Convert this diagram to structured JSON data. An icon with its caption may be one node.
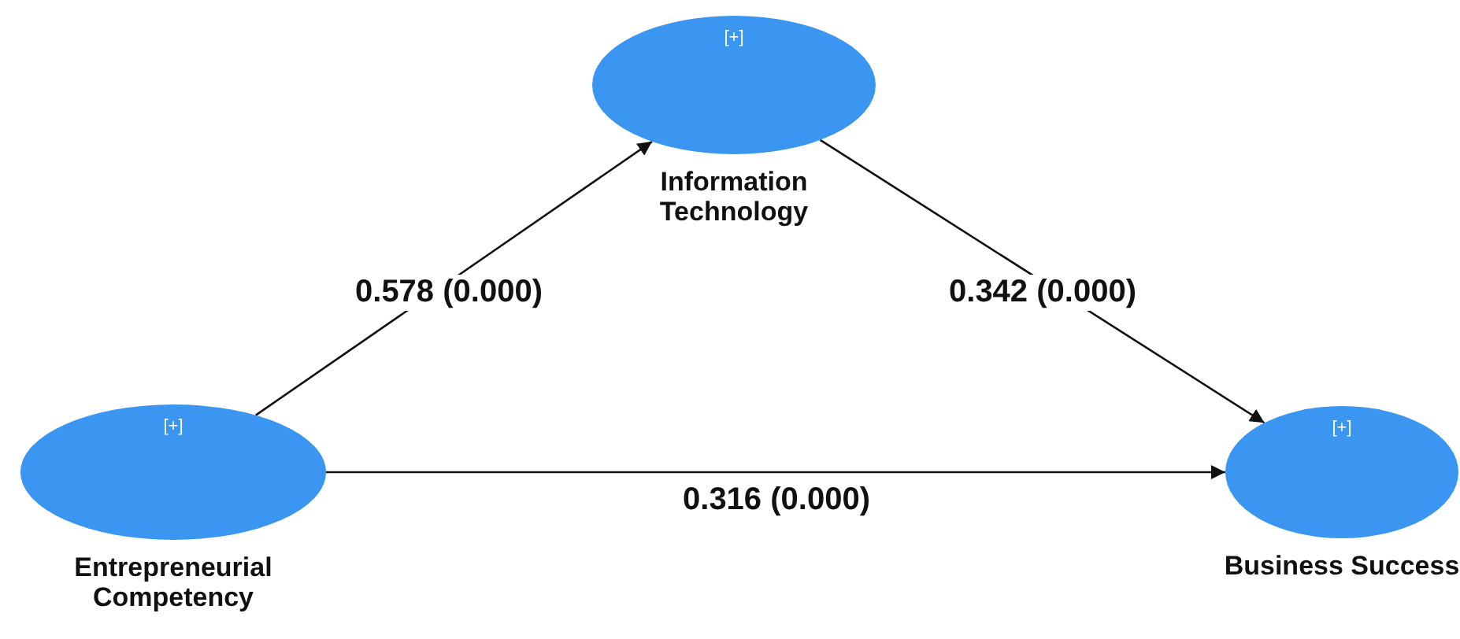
{
  "diagram": {
    "nodes": [
      {
        "text": [
          "[+]",
          "Information Technology"
        ]
      },
      {
        "text": [
          "[+]",
          "Entrepreneurial Competency"
        ]
      },
      {
        "text": [
          "[+]",
          "Business Success"
        ]
      }
    ],
    "edges": [
      {
        "from": 1,
        "to": 0,
        "arrow": "to",
        "label": "0.578 (0.000)"
      },
      {
        "from": 0,
        "to": 2,
        "arrow": "to",
        "label": "0.342 (0.000)"
      },
      {
        "from": 1,
        "to": 2,
        "arrow": "to",
        "label": "0.316 (0.000)"
      }
    ]
  }
}
